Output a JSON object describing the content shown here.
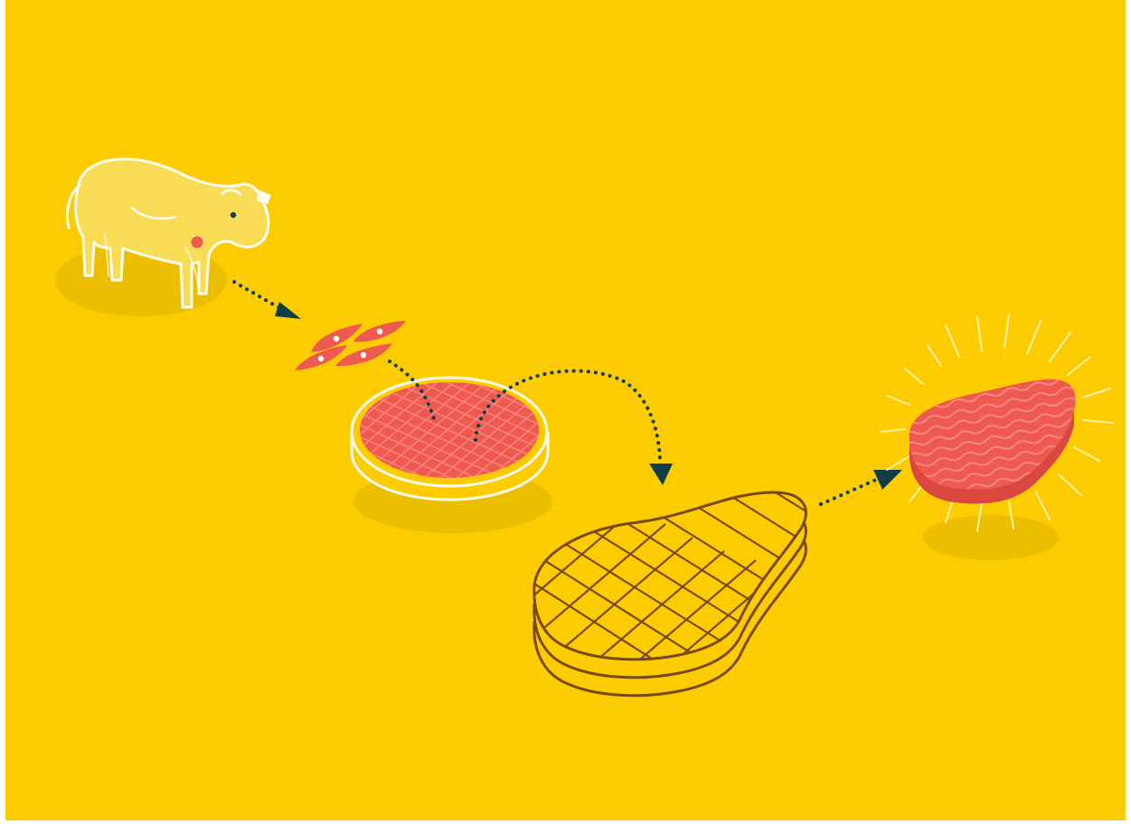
{
  "diagram": {
    "stages": [
      {
        "id": "cow",
        "icon": "cow-icon"
      },
      {
        "id": "cells",
        "icon": "muscle-cells-icon"
      },
      {
        "id": "dish",
        "icon": "petri-dish-icon"
      },
      {
        "id": "scaffold",
        "icon": "steak-scaffold-icon"
      },
      {
        "id": "steak",
        "icon": "cultured-steak-icon"
      }
    ],
    "colors": {
      "background": "#FDCC00",
      "cow_fill": "#F8DC55",
      "outline_white": "#FFFDF2",
      "meat_red": "#EE5A50",
      "meat_stripe": "#F7877D",
      "scaffold_line": "#7A4A16",
      "scaffold_fill": "#FDCC00",
      "arrow_dark": "#0F3D48",
      "shadow": "#EBBE00",
      "ray": "#FFF2A8"
    }
  }
}
